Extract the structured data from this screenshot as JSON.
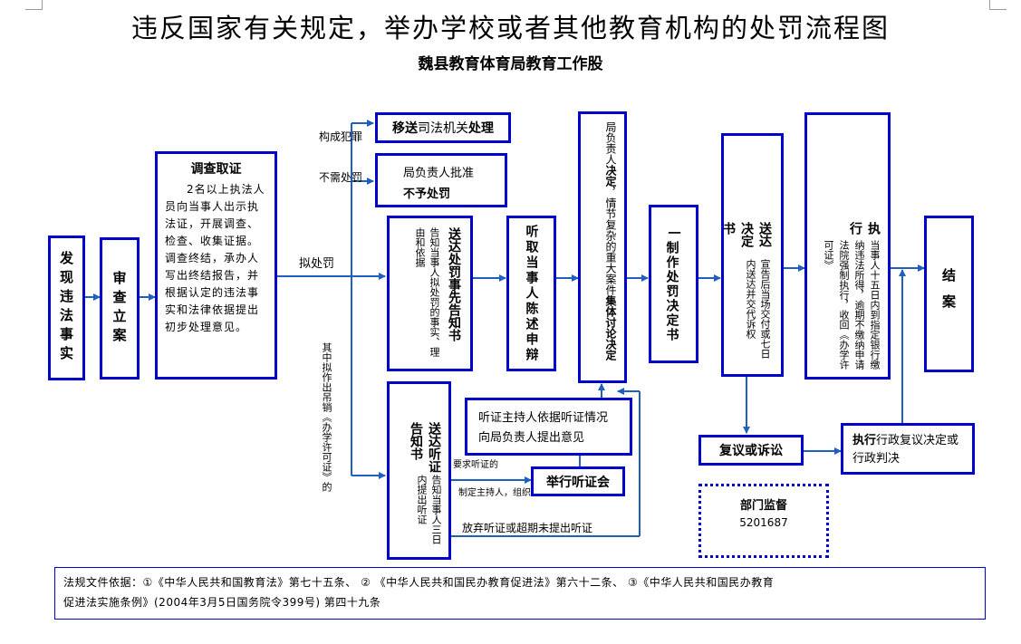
{
  "title": "违反国家有关规定，举办学校或者其他教育机构的处罚流程图",
  "subtitle": "魏县教育体育局教育工作股",
  "boxes": {
    "discover": "发现违法事实",
    "review": "审查立案",
    "investigate_title": "调查取证",
    "investigate_body": "2名以上执法人员向当事人出示执法证，开展调查、检查、收集证据。调查终结，承办人写出终结报告，并根据认定的违法事实和法律依据提出初步处理意见。",
    "transfer_bold": "移送",
    "transfer_rest": "司法机关",
    "transfer_bold2": "处理",
    "no_penalty_line1": "局负责人批准",
    "no_penalty_line2": "不予处罚",
    "notice_bold": "送达处罚事先告知书",
    "notice_body": "告知当事人拟处罚的事实、理由和依据",
    "defense": "听取当事人陈述申辩",
    "decide_a": "局负责人",
    "decide_b": "决定",
    "decide_c": "，情节复杂的重大案件",
    "decide_d": "集体讨论决定",
    "make_decision": "制作处罚决定书",
    "make_decision_mark": "一",
    "deliver_bold": "送达决定书",
    "deliver_body": "宣告后当场交付或七日内送达并交代诉权",
    "execute_bold": "执行",
    "execute_body": "当事人十五日内到指定银行缴纳违法所得，逾期不缴纳申请法院强制执行，收回《办学许可证》",
    "close_case": "结案",
    "hearing_notice_bold": "送达听证告知书",
    "hearing_notice_body": "告知当事人三日内提出听证",
    "hearing_host": "听证主持人依据听证情况向局负责人提出意见",
    "hold_hearing": "举行听证会",
    "appeal": "复议或诉讼",
    "exec_review_bold": "执行",
    "exec_review_body": "行政复议决定或行政判决",
    "supervision_title": "部门监督",
    "supervision_phone": "5201687"
  },
  "labels": {
    "crime": "构成犯罪",
    "no_need": "不需处罚",
    "propose": "拟处罚",
    "revoke": "其中拟作出吊销《办学许可证》的",
    "request_hearing": "要求听证的",
    "organize": "制定主持人，组织",
    "abandon": "放弃听证或超期未提出听证"
  },
  "footer": {
    "text_line1": "法规文件依据：①《中华人民共和国教育法》第七十五条、 ② 《中华人民共和国民办教育促进法》第六十二条、  ③《中华人民共和国民办教育",
    "text_line2": "促进法实施条例》(2004年3月5日国务院令399号) 第四十九条"
  },
  "colors": {
    "border": "#0000cc",
    "arrow": "#1f5fbf"
  }
}
